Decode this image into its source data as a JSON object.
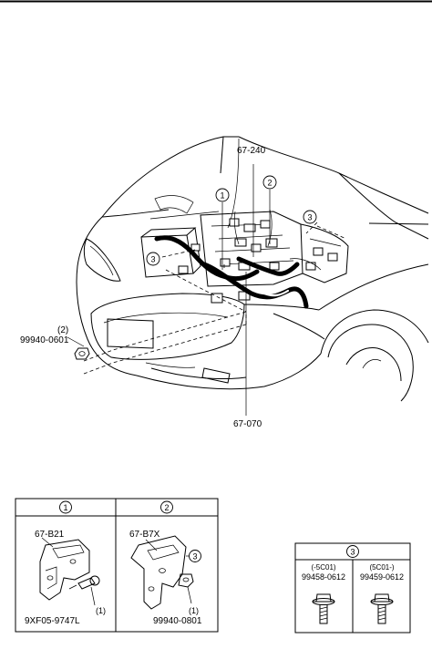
{
  "callouts": {
    "part_67_240": "67-240",
    "part_67_070": "67-070",
    "marker_1": "1",
    "marker_2": "2",
    "marker_3": "3",
    "nut_qty": "(2)",
    "nut_part": "99940-0601"
  },
  "detail_1": {
    "header": "1",
    "bracket_part": "67-B21",
    "bolt_qty": "(1)",
    "bolt_part": "9XF05-9747L"
  },
  "detail_2": {
    "header": "2",
    "bracket_part": "67-B7X",
    "marker": "3",
    "nut_qty": "(1)",
    "nut_part": "99940-0801"
  },
  "detail_3": {
    "header": "3",
    "col1_code": "(-5C01)",
    "col1_part": "99458-0612",
    "col2_code": "(5C01-)",
    "col2_part": "99459-0612"
  }
}
